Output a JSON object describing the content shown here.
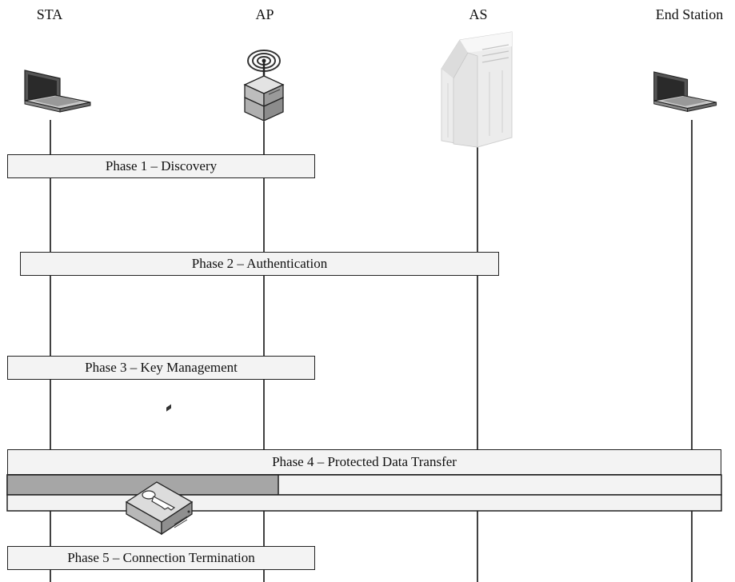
{
  "entities": {
    "sta": {
      "label": "STA",
      "icon": "laptop-icon"
    },
    "ap": {
      "label": "AP",
      "icon": "access-point-icon"
    },
    "as": {
      "label": "AS",
      "icon": "server-icon"
    },
    "end_station": {
      "label": "End Station",
      "icon": "laptop-icon"
    }
  },
  "phases": {
    "p1": {
      "label": "Phase 1 – Discovery"
    },
    "p2": {
      "label": "Phase 2 – Authentication"
    },
    "p3": {
      "label": "Phase 3 – Key Management"
    },
    "p4": {
      "label": "Phase 4 – Protected Data Transfer"
    },
    "p5": {
      "label": "Phase 5 – Connection Termination"
    }
  },
  "colors": {
    "line": "#111111",
    "bar_fill": "#f3f3f3",
    "protected_segment": "#a6a6a6"
  },
  "decorations": {
    "key_device_icon": "encryption-key-device-icon"
  }
}
